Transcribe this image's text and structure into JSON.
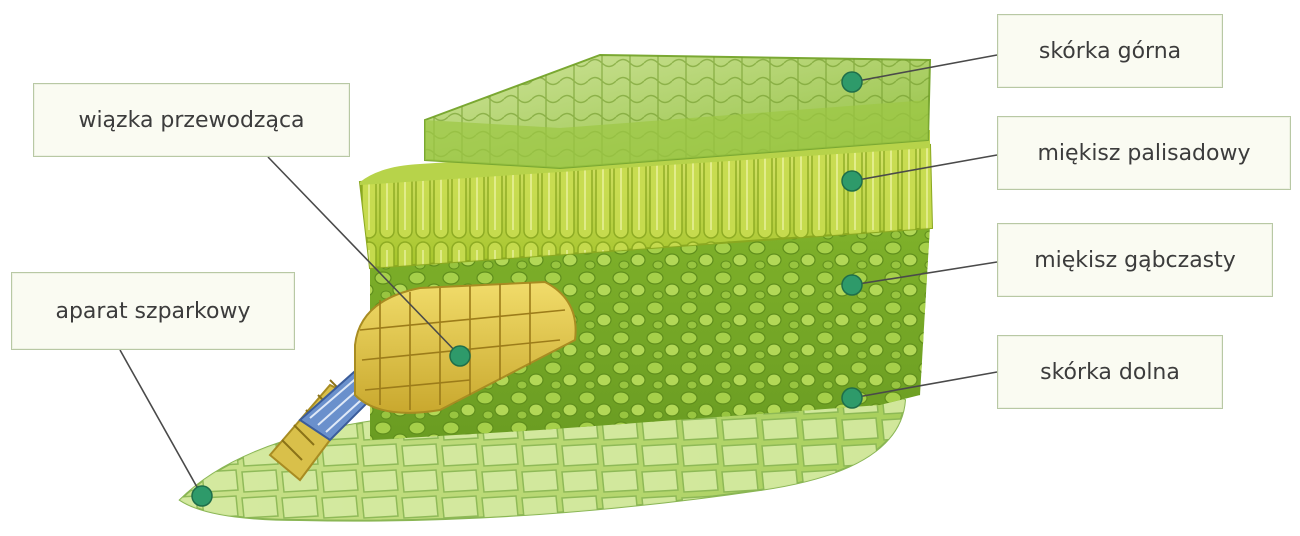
{
  "labels": {
    "skorka_gorna": "skórka górna",
    "miekisz_palisadowy": "miękisz palisadowy",
    "miekisz_gabczasty": "miękisz gąbczasty",
    "skorka_dolna": "skórka dolna",
    "wiazka_przewodzaca": "wiązka przewodząca",
    "aparat_szparkowy": "aparat szparkowy"
  },
  "colors": {
    "marker": "#2e9a6a",
    "leader_line": "#4a4a4a",
    "epidermis": "#a8cc55",
    "palisade": "#b9cf3a",
    "spongy": "#8cbb2c",
    "vascular_bundle": "#e2c648",
    "xylem_blue": "#5a84c6"
  }
}
